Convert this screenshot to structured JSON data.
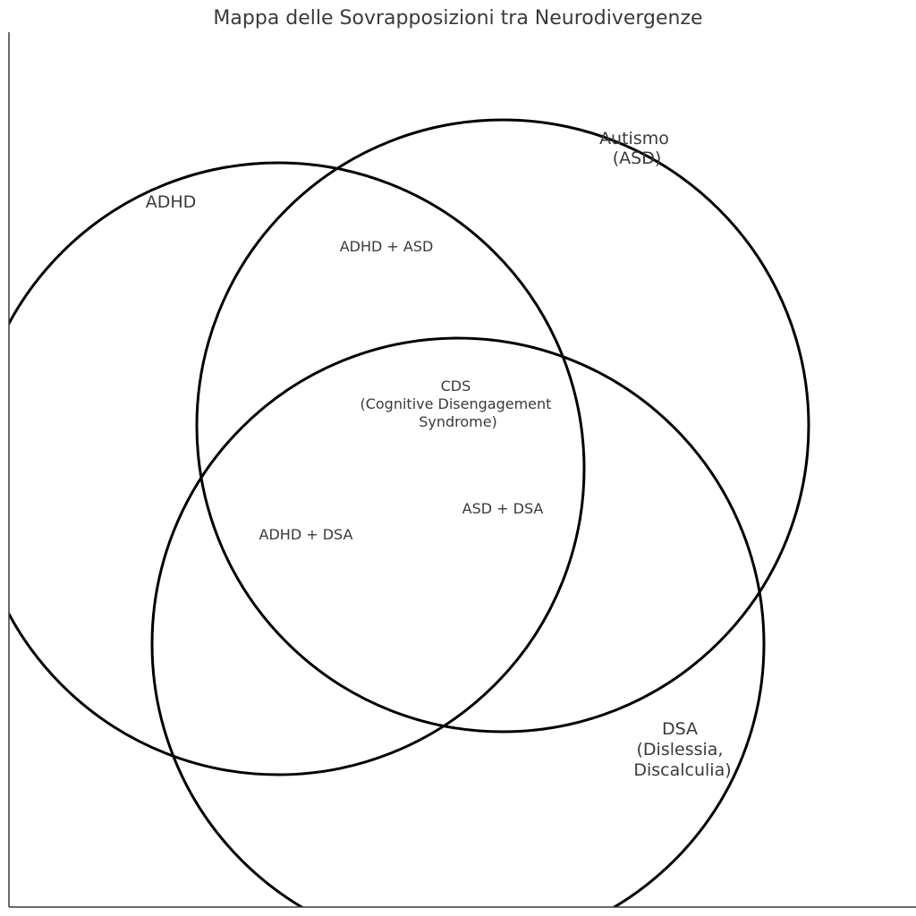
{
  "chart_data": {
    "type": "venn",
    "title": "Mappa delle Sovrapposizioni tra Neurodivergenze",
    "sets": [
      {
        "id": "adhd",
        "label_lines": [
          "ADHD"
        ]
      },
      {
        "id": "asd",
        "label_lines": [
          "Autismo",
          "(ASD)"
        ]
      },
      {
        "id": "dsa",
        "label_lines": [
          "DSA",
          "(Dislessia,",
          "Discalculia)"
        ]
      }
    ],
    "overlaps": [
      {
        "sets": [
          "adhd",
          "asd"
        ],
        "label_lines": [
          "ADHD + ASD"
        ]
      },
      {
        "sets": [
          "adhd",
          "dsa"
        ],
        "label_lines": [
          "ADHD + DSA"
        ]
      },
      {
        "sets": [
          "asd",
          "dsa"
        ],
        "label_lines": [
          "ASD + DSA"
        ]
      },
      {
        "sets": [
          "adhd",
          "asd",
          "dsa"
        ],
        "label_lines": [
          "CDS",
          "(Cognitive Disengagement",
          "Syndrome)"
        ]
      }
    ],
    "colors": {
      "outline": "#000000",
      "text": "#3a3a3a",
      "background": "#ffffff"
    },
    "axes": {
      "left_spine": true,
      "bottom_spine": true,
      "ticks": false,
      "grid": false
    }
  }
}
